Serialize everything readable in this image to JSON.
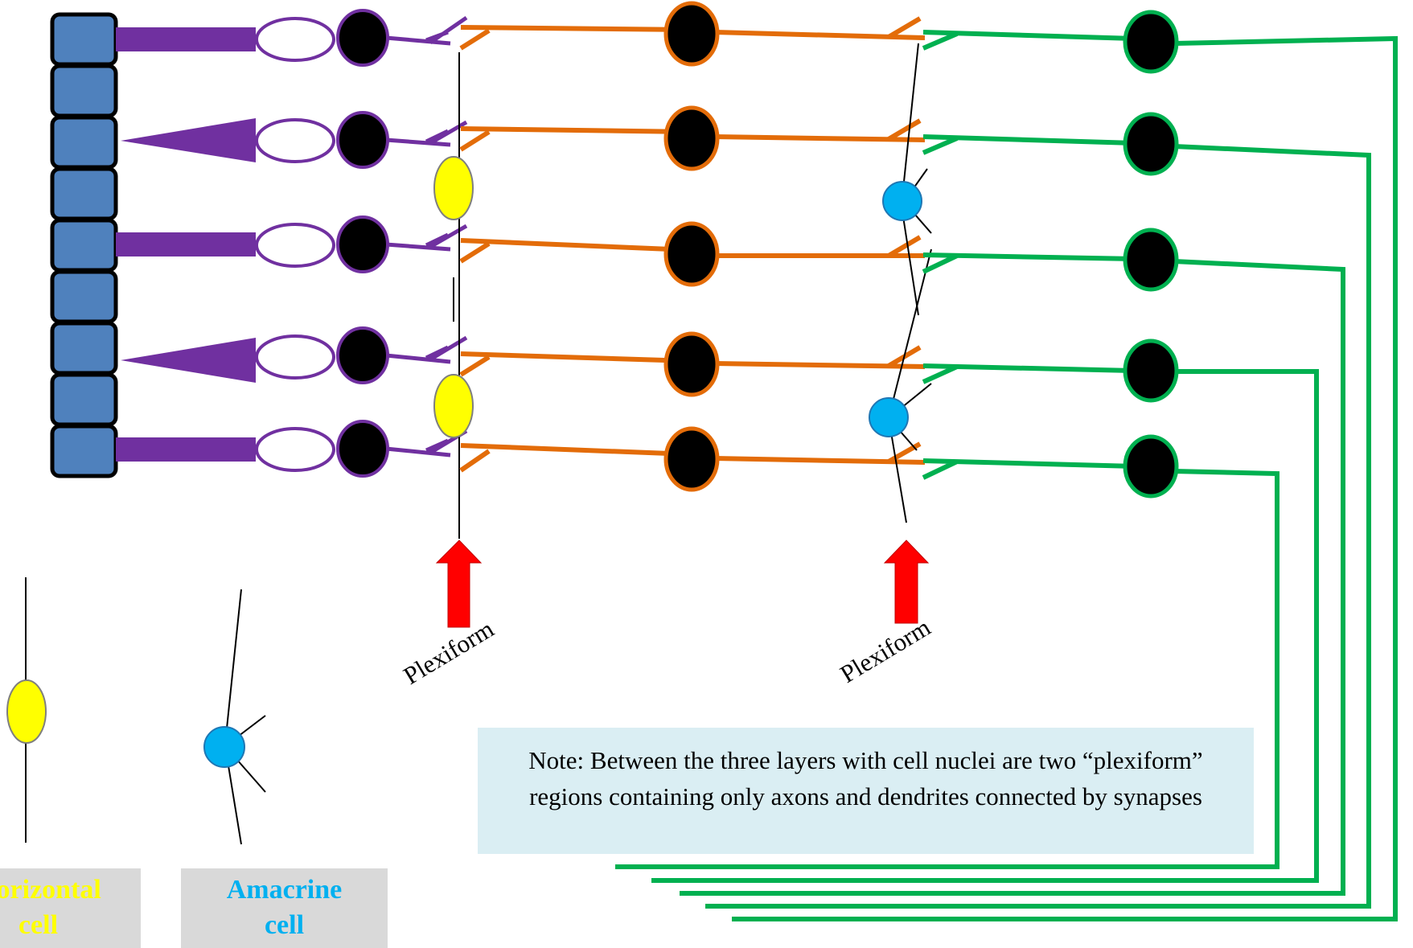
{
  "labels": {
    "plexiform_left": "Plexiform",
    "plexiform_right": "Plexiform"
  },
  "note": {
    "text": "Note: Between the three layers with cell nuclei are two “plexiform” regions containing only axons and dendrites connected by synapses"
  },
  "legend": {
    "horizontal": {
      "line1": "Horizontal",
      "line2": "cell"
    },
    "amacrine": {
      "line1": "Amacrine",
      "line2": "cell"
    }
  },
  "colors": {
    "pigment": "#4f81bd",
    "photoreceptor": "#7030a0",
    "bipolar": "#e36c09",
    "ganglion": "#00b050",
    "horizontal": "#ffff00",
    "amacrine": "#00b0f0",
    "arrow": "#ff0000",
    "nucleus": "#000000"
  }
}
